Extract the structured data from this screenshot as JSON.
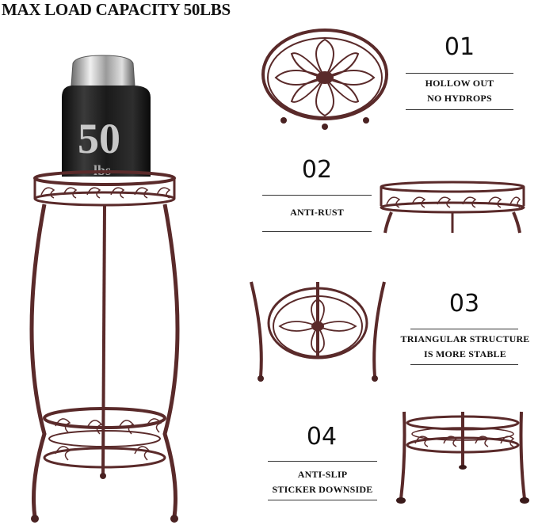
{
  "title": "MAX LOAD CAPACITY 50LBS",
  "weight": {
    "number": "50",
    "unit": "lbs"
  },
  "features": [
    {
      "number": "01",
      "lines": [
        "HOLLOW OUT",
        "NO HYDROPS"
      ]
    },
    {
      "number": "02",
      "lines": [
        "ANTI-RUST"
      ]
    },
    {
      "number": "03",
      "lines": [
        "TRIANGULAR STRUCTURE",
        "IS MORE STABLE"
      ]
    },
    {
      "number": "04",
      "lines": [
        "ANTI-SLIP",
        "STICKER DOWNSIDE"
      ]
    }
  ],
  "colors": {
    "metal": "#5a2a2a",
    "weight_dark": "#1c1c1c",
    "weight_silver": "#b8b8b8",
    "text": "#111111"
  }
}
